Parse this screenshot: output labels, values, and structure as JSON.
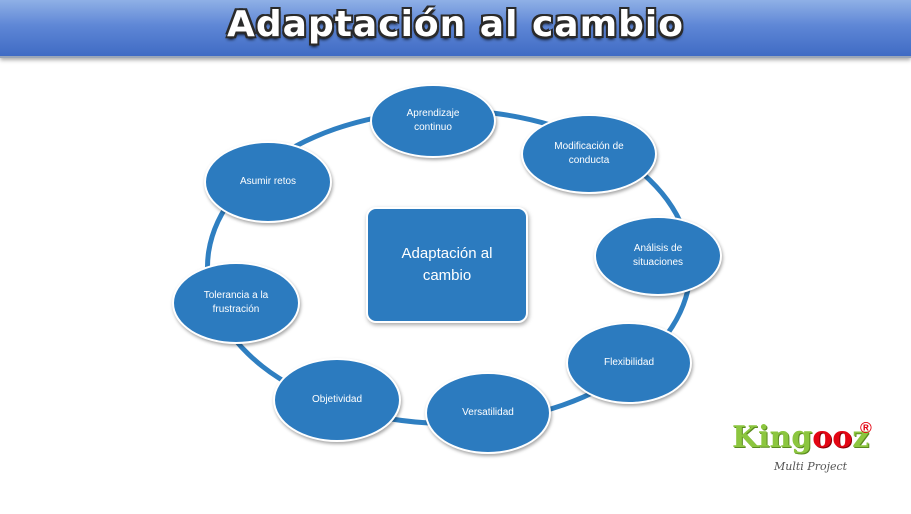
{
  "title": "Adaptación al cambio",
  "center": "Adaptación al\ncambio",
  "nodes": {
    "aprendizaje": "Aprendizaje\ncontinuo",
    "modificacion": "Modificación de\nconducta",
    "analisis": "Análisis de\nsituaciones",
    "flexibilidad": "Flexibilidad",
    "versatilidad": "Versatilidad",
    "objetividad": "Objetividad",
    "tolerancia": "Tolerancia a la\nfrustración",
    "asumir": "Asumir retos"
  },
  "logo": {
    "word_start": "King",
    "word_oo": "oo",
    "word_end": "z",
    "registered": "®",
    "signature": "Multi Project"
  },
  "colors": {
    "node_fill": "#2c7bbf",
    "ring": "#2f7fc1",
    "title_bar": "#4f7bd0"
  }
}
